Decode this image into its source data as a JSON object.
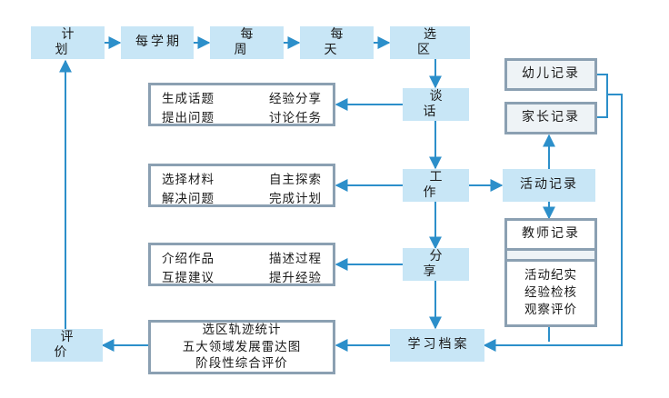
{
  "colors": {
    "box_fill": "#c8e6f6",
    "outline": "#8ba0b2",
    "arrow": "#2c8fca"
  },
  "nodes": {
    "plan": "计 划",
    "each_term": "每学期",
    "each_week": "每 周",
    "each_day": "每 天",
    "choose_area": "选 区",
    "talk": "谈 话",
    "work": "工 作",
    "share": "分 享",
    "learning_file": "学习档案",
    "evaluate": "评 价",
    "activity_record": "活动记录",
    "child_record": "幼儿记录",
    "parent_record": "家长记录",
    "teacher_record": "教师记录"
  },
  "talk_items": [
    "生成话题",
    "经验分享",
    "提出问题",
    "讨论任务"
  ],
  "work_items": [
    "选择材料",
    "自主探索",
    "解决问题",
    "完成计划"
  ],
  "share_items": [
    "介绍作品",
    "描述过程",
    "互提建议",
    "提升经验"
  ],
  "file_items": [
    "选区轨迹统计",
    "五大领域发展雷达图",
    "阶段性综合评价"
  ],
  "teacher_items": [
    "活动纪实",
    "经验检核",
    "观察评价"
  ]
}
